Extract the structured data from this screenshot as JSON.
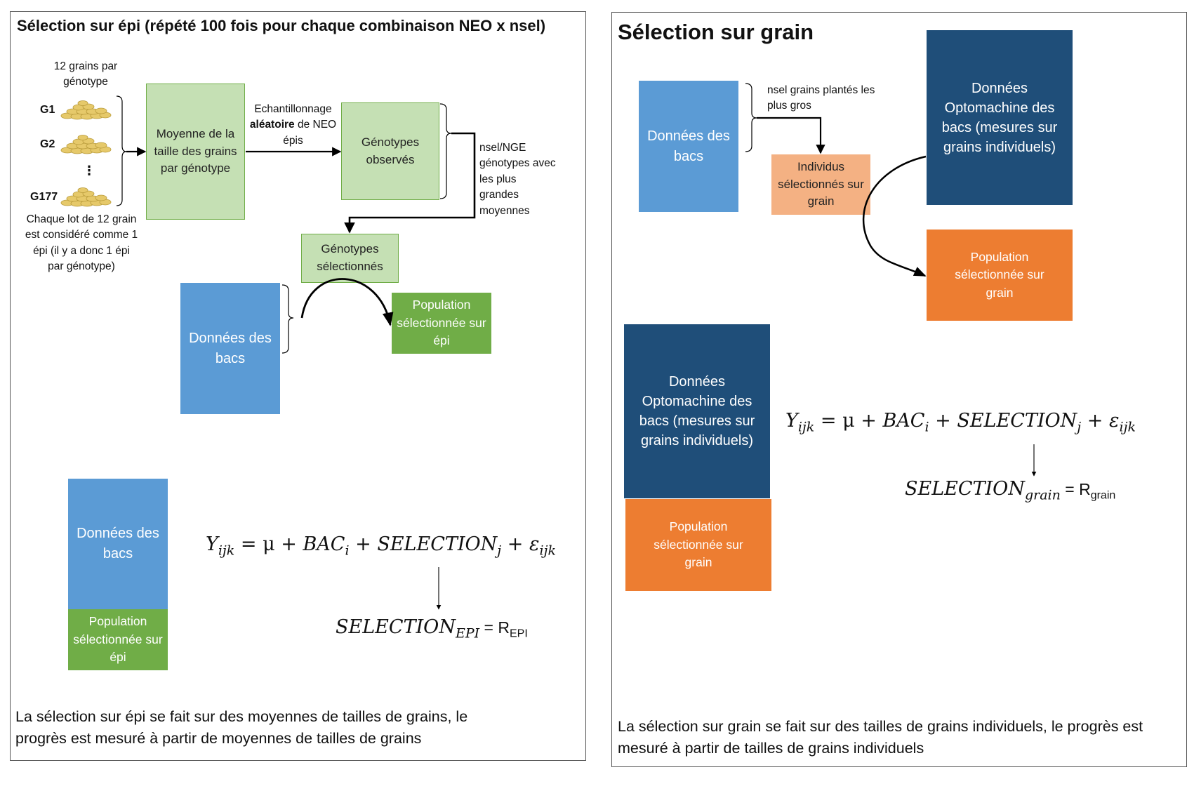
{
  "left": {
    "title": "Sélection sur épi (répété 100 fois pour chaque combinaison NEO x nsel)",
    "grains_per_genotype": "12 grains par génotype",
    "genotypes": [
      "G1",
      "G2",
      "⋮",
      "G177"
    ],
    "lot_note": "Chaque lot de 12 grain est considéré comme 1 épi (il y a donc 1 épi par génotype)",
    "mean_box": "Moyenne de la taille des grains par génotype",
    "sampling_pre": "Echantillonnage",
    "sampling_bold": "aléatoire",
    "sampling_post": "de NEO épis",
    "observed_box": "Génotypes observés",
    "nsel_note": "nsel/NGE génotypes avec les plus grandes moyennes",
    "selected_box": "Génotypes sélectionnés",
    "bacs_box": "Données des bacs",
    "pop_box": "Population sélectionnée sur épi",
    "bacs_box2": "Données des bacs",
    "pop_box2": "Population sélectionnée sur épi",
    "equation": {
      "Y": "Y",
      "Y_sub": "ijk",
      "eq": " = ",
      "mu": "μ",
      "plus1": " + ",
      "BAC": "BAC",
      "BAC_sub": "i",
      "plus2": " + ",
      "SEL": "SELECTION",
      "SEL_sub": "j",
      "plus3": " + ",
      "eps": "ε",
      "eps_sub": "ijk"
    },
    "result": {
      "sel": "SELECTION",
      "sel_sub": "EPI",
      "eq": " = ",
      "R": "R",
      "R_sub": "EPI"
    },
    "footer": "La sélection sur épi se fait sur des moyennes de tailles de grains, le progrès est mesuré à partir de moyennes de tailles de grains"
  },
  "right": {
    "title": "Sélection sur grain",
    "bacs_box": "Données des bacs",
    "nsel_note": "nsel grains plantés les plus gros",
    "individus_box": "Individus sélectionnés sur grain",
    "opto_box": "Données Optomachine des bacs (mesures sur grains individuels)",
    "pop_box": "Population sélectionnée sur grain",
    "opto_box2": "Données Optomachine des bacs (mesures sur grains individuels)",
    "pop_box2": "Population sélectionnée sur grain",
    "equation": {
      "Y": "Y",
      "Y_sub": "ijk",
      "eq": " = ",
      "mu": "μ",
      "plus1": " + ",
      "BAC": "BAC",
      "BAC_sub": "i",
      "plus2": " + ",
      "SEL": "SELECTION",
      "SEL_sub": "j",
      "plus3": " + ",
      "eps": "ε",
      "eps_sub": "ijk"
    },
    "result": {
      "sel": "SELECTION",
      "sel_sub": "grain",
      "eq": " = ",
      "R": "R",
      "R_sub": "grain"
    },
    "footer": "La sélection sur grain se fait sur des tailles de grains individuels, le progrès est mesuré à partir de tailles de grains individuels"
  },
  "colors": {
    "light_green": "#c5e0b4",
    "green": "#70ad47",
    "blue": "#5b9bd5",
    "dark_blue": "#1f4e79",
    "orange": "#ed7d31",
    "peach": "#f4b183",
    "grain": "#e6c96a"
  }
}
